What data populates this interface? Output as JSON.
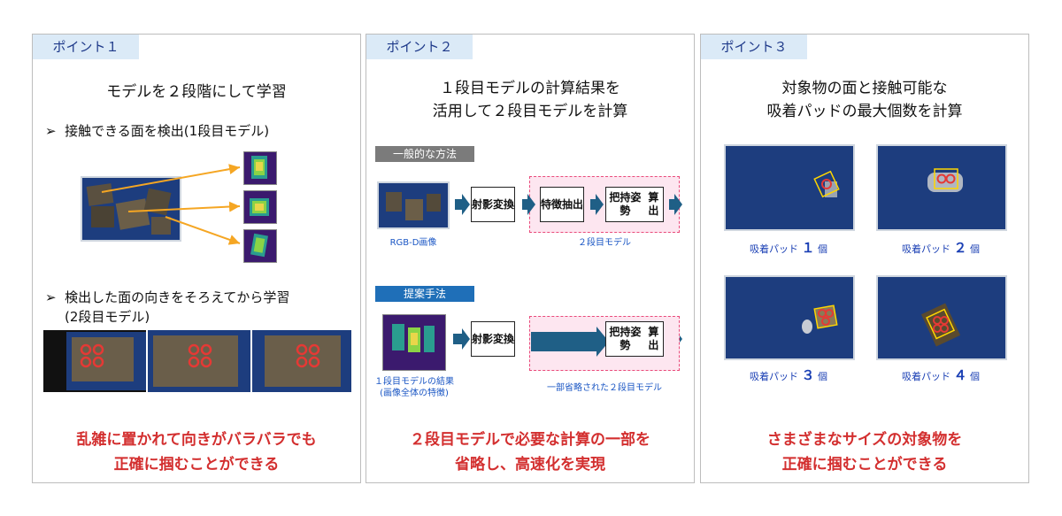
{
  "panels": [
    {
      "tag": "ポイント１",
      "heading": "モデルを２段階にして学習",
      "bullets": [
        "接触できる面を検出(1段目モデル)",
        "検出した面の向きをそろえてから学習",
        "(2段目モデル)"
      ],
      "conclusion": [
        "乱雑に置かれて向きがバラバラでも",
        "正確に掴むことができる"
      ]
    },
    {
      "tag": "ポイント２",
      "heading": [
        "１段目モデルの計算結果を",
        "活用して２段目モデルを計算"
      ],
      "general": {
        "bar": "一般的な方法",
        "input_label": "RGB-D画像",
        "box_projection": [
          "射影",
          "変換"
        ],
        "box_feature": [
          "特徴",
          "抽出"
        ],
        "box_pose": [
          "把持姿勢",
          "算出"
        ],
        "zone_label": "２段目モデル"
      },
      "proposed": {
        "bar": "提案手法",
        "input_label": [
          "１段目モデルの結果",
          "(画像全体の特徴)"
        ],
        "box_projection": [
          "射影",
          "変換"
        ],
        "box_pose": [
          "把持姿勢",
          "算出"
        ],
        "zone_label": "一部省略された２段目モデル"
      },
      "conclusion": [
        "２段目モデルで必要な計算の一部を",
        "省略し、高速化を実現"
      ]
    },
    {
      "tag": "ポイント３",
      "heading": [
        "対象物の面と接触可能な",
        "吸着パッドの最大個数を計算"
      ],
      "pads": [
        {
          "prefix": "吸着パッド",
          "num": "１",
          "suffix": "個"
        },
        {
          "prefix": "吸着パッド",
          "num": "２",
          "suffix": "個"
        },
        {
          "prefix": "吸着パッド",
          "num": "３",
          "suffix": "個"
        },
        {
          "prefix": "吸着パッド",
          "num": "４",
          "suffix": "個"
        }
      ],
      "conclusion": [
        "さまざまなサイズの対象物を",
        "正確に掴むことができる"
      ]
    }
  ],
  "colors": {
    "accent_red": "#d32f2f",
    "tag_bg": "#dbeaf7",
    "label_blue": "#1a56c4",
    "arrow": "#1f5f86"
  }
}
